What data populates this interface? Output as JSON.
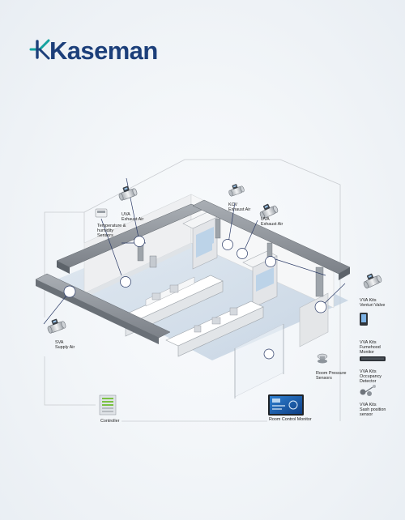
{
  "brand": {
    "name": "Kaseman"
  },
  "labels": {
    "uva_exhaust_left": [
      "UVA",
      "Exhaust Air"
    ],
    "temp_humidity": [
      "Temperature &",
      "humidity",
      "Sensors"
    ],
    "kcv_exhaust": [
      "KCV",
      "Exhaust Air"
    ],
    "uva_exhaust_right": [
      "UVA",
      "Exhaust Air"
    ],
    "vva_venturi": [
      "VVA Kits",
      "Venturi Valve"
    ],
    "sva_supply": [
      "SVA",
      "Supply Air"
    ],
    "vva_fumehood": [
      "VVA Kits",
      "Fumehood",
      "Monitor"
    ],
    "vva_occupancy": [
      "VVA Kits",
      "Occupancy",
      "Detector"
    ],
    "room_pressure": [
      "Room Pressure",
      "Sensors"
    ],
    "vva_sash": [
      "VVA Kits",
      "Sash position",
      "sensor"
    ],
    "room_control": [
      "Room Control Monitor"
    ],
    "controller": [
      "Controller"
    ]
  },
  "colors": {
    "brand_navy": "#1c3f7a",
    "brand_teal": "#14a3a0",
    "duct": "#8a9097",
    "wall": "#f2f3f4",
    "floor": "#c9d7e6",
    "connector": "#c9ccd0",
    "signal_line": "#2a3a66"
  },
  "icons": [
    "kaseman-logo-icon",
    "valve-icon",
    "sensor-icon",
    "monitor-icon",
    "controller-icon",
    "fume-hood-icon",
    "lab-bench-icon"
  ]
}
